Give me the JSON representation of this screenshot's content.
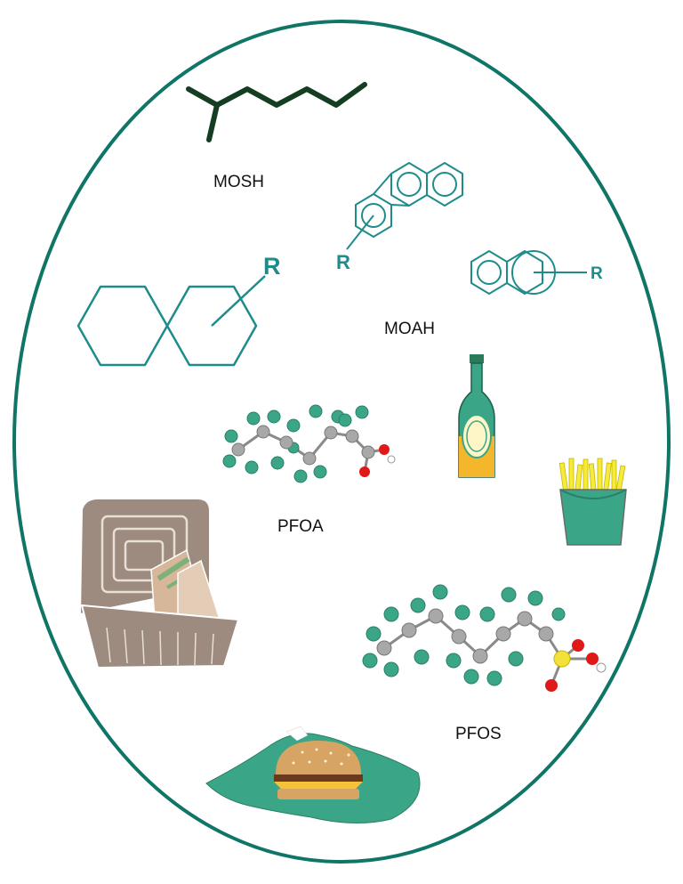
{
  "labels": {
    "mosh": "MOSH",
    "moah": "MOAH",
    "pfoa": "PFOA",
    "pfos": "PFOS"
  },
  "substituent_labels": {
    "decalin_r": "R",
    "phenanthrene_r": "R",
    "naphthalene_r": "R"
  },
  "colors": {
    "ellipse_border": "#0f7566",
    "mosh_chain": "#143d22",
    "aromatic_ring": "#1f8c8c",
    "fluorine_atom": "#3aa687",
    "carbon_atom": "#a8a8a8",
    "oxygen_atom": "#e01818",
    "sulfur_atom": "#f2e13a",
    "packaging_green": "#3aa687",
    "box_brown": "#9c8b7e",
    "fries_yellow": "#f5ea3d",
    "bottle_amber": "#f4b72b"
  },
  "icons": [
    "mosh-structure",
    "decalin-structure",
    "phenanthrene-structure",
    "naphthalene-structure",
    "pfoa-molecule",
    "pfos-molecule",
    "beer-bottle-icon",
    "french-fries-icon",
    "takeout-box-icon",
    "burger-wrapper-icon"
  ]
}
